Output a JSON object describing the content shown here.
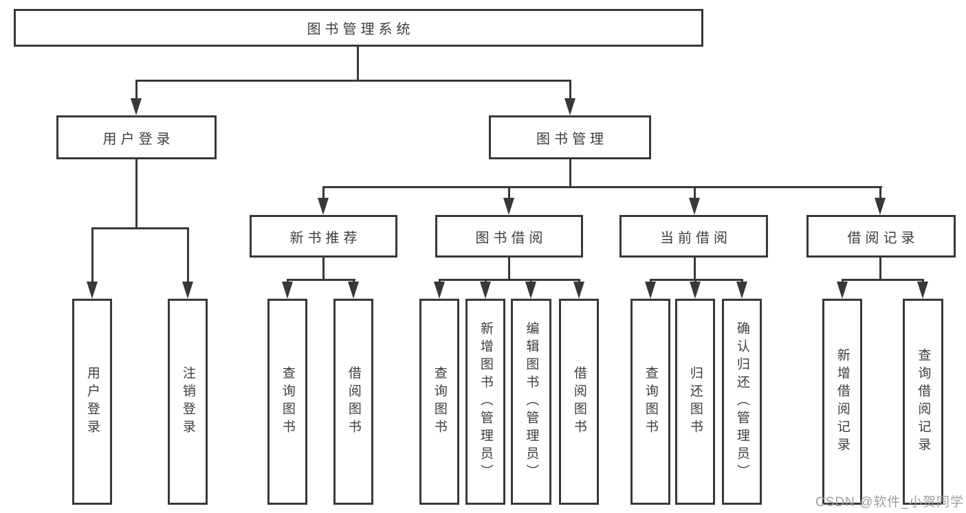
{
  "diagram_type": "hierarchy",
  "tree": {
    "label": "图书管理系统",
    "children": [
      {
        "label": "用户登录",
        "children": [
          {
            "label": "用户登录"
          },
          {
            "label": "注销登录"
          }
        ]
      },
      {
        "label": "图书管理",
        "children": [
          {
            "label": "新书推荐",
            "children": [
              {
                "label": "查询图书"
              },
              {
                "label": "借阅图书"
              }
            ]
          },
          {
            "label": "图书借阅",
            "children": [
              {
                "label": "查询图书"
              },
              {
                "label": "新增图书（管理员）"
              },
              {
                "label": "编辑图书（管理员）"
              },
              {
                "label": "借阅图书"
              }
            ]
          },
          {
            "label": "当前借阅",
            "children": [
              {
                "label": "查询图书"
              },
              {
                "label": "归还图书"
              },
              {
                "label": "确认归还（管理员）"
              }
            ]
          },
          {
            "label": "借阅记录",
            "children": [
              {
                "label": "新增借阅记录"
              },
              {
                "label": "查询借阅记录"
              }
            ]
          }
        ]
      }
    ]
  },
  "watermark": {
    "text": "CSDN @软件_小贺同学"
  },
  "colors": {
    "line": "#383838",
    "text": "#3d3d3d",
    "background": "#ffffff",
    "watermark": "#9e9e9e"
  }
}
